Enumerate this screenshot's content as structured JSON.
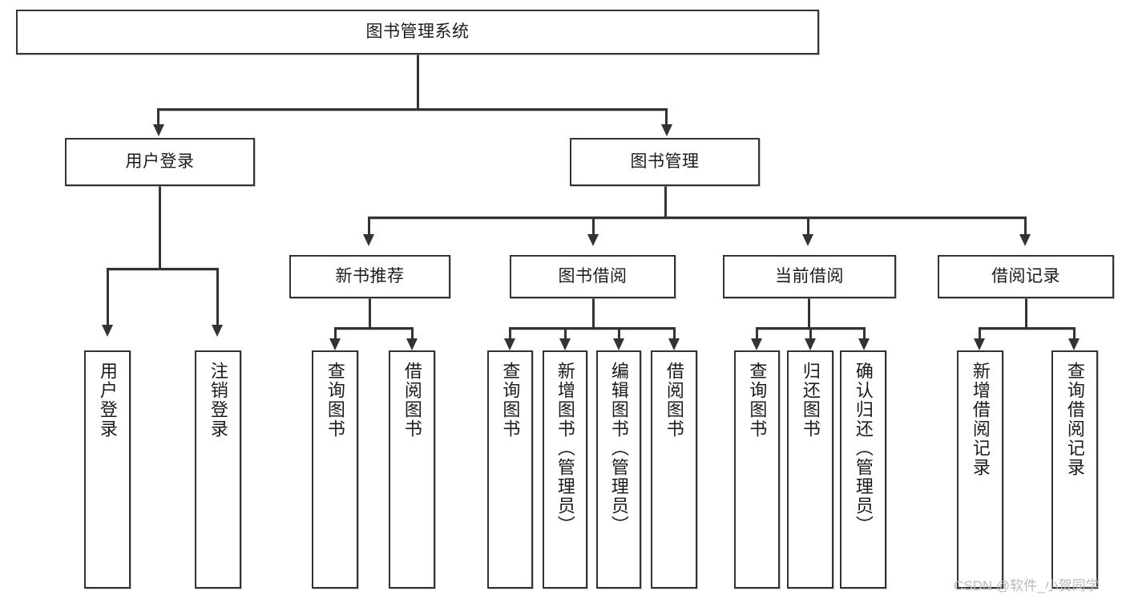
{
  "diagram": {
    "type": "tree",
    "title": "图书管理系统",
    "root": {
      "label": "图书管理系统",
      "children": [
        {
          "label": "用户登录",
          "children": [
            {
              "label": "用户登录"
            },
            {
              "label": "注销登录"
            }
          ]
        },
        {
          "label": "图书管理",
          "children": [
            {
              "label": "新书推荐",
              "children": [
                {
                  "label": "查询图书"
                },
                {
                  "label": "借阅图书"
                }
              ]
            },
            {
              "label": "图书借阅",
              "children": [
                {
                  "label": "查询图书"
                },
                {
                  "label": "新增图书（管理员）"
                },
                {
                  "label": "编辑图书（管理员）"
                },
                {
                  "label": "借阅图书"
                }
              ]
            },
            {
              "label": "当前借阅",
              "children": [
                {
                  "label": "查询图书"
                },
                {
                  "label": "归还图书"
                },
                {
                  "label": "确认归还（管理员）"
                }
              ]
            },
            {
              "label": "借阅记录",
              "children": [
                {
                  "label": "新增借阅记录"
                },
                {
                  "label": "查询借阅记录"
                }
              ]
            }
          ]
        }
      ]
    }
  },
  "nodes": {
    "root": "图书管理系统",
    "l2": [
      "用户登录",
      "图书管理"
    ],
    "l3": [
      "新书推荐",
      "图书借阅",
      "当前借阅",
      "借阅记录"
    ],
    "leaves_login": [
      "用户登录",
      "注销登录"
    ],
    "leaves_new": [
      "查询图书",
      "借阅图书"
    ],
    "leaves_borrow": [
      "查询图书",
      "新增图书（管理员）",
      "编辑图书（管理员）",
      "借阅图书"
    ],
    "leaves_current": [
      "查询图书",
      "归还图书",
      "确认归还（管理员）"
    ],
    "leaves_record": [
      "新增借阅记录",
      "查询借阅记录"
    ]
  },
  "watermark": "CSDN @软件_小贺同学",
  "colors": {
    "stroke": "#333333",
    "text": "#1b1b1b",
    "background": "#ffffff",
    "watermark": "#b9b9b9"
  }
}
